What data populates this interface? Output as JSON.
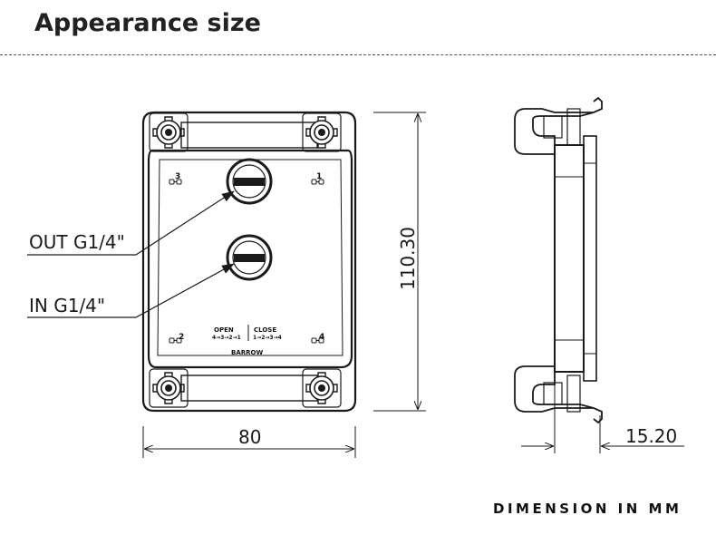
{
  "header": {
    "title": "Appearance size"
  },
  "labels": {
    "outlet": "OUT G1/4\"",
    "inlet": "IN G1/4\""
  },
  "dimensions": {
    "width": "80",
    "height": "110.30",
    "thickness": "15.20"
  },
  "marks": {
    "screw_1": "1",
    "screw_2": "2",
    "screw_3": "3",
    "screw_4": "4",
    "open_label": "OPEN",
    "open_sequence": "4→3→2→1",
    "close_label": "CLOSE",
    "close_sequence": "1→2→3→4",
    "brand": "BARROW"
  },
  "footer": {
    "note": "DIMENSION IN MM"
  },
  "colors": {
    "line": "#1a1a1a",
    "background": "#ffffff"
  }
}
